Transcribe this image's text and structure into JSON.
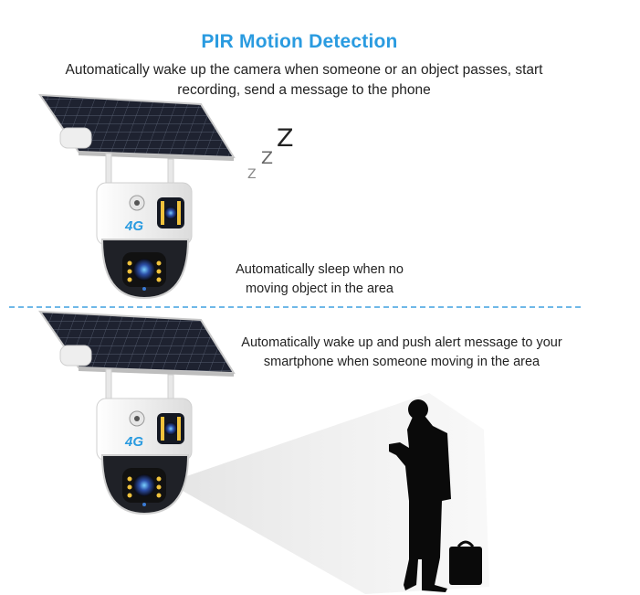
{
  "header": {
    "title": "PIR Motion Detection",
    "subtitle": "Automatically wake up the camera when someone or an object passes, start recording, send a message to the phone"
  },
  "sleep_section": {
    "zzz": [
      "Z",
      "Z",
      "Z"
    ],
    "caption": "Automatically sleep when no moving object in the area",
    "badge": "4G"
  },
  "wake_section": {
    "caption": "Automatically wake up and push alert message to your smartphone when someone moving in the area",
    "badge": "4G"
  },
  "colors": {
    "title": "#2a9be0",
    "divider": "#6fb8e8",
    "panel": "#1b1e26",
    "camera_body": "#f2f2f2",
    "lens_ring": "#1a1a1a"
  }
}
